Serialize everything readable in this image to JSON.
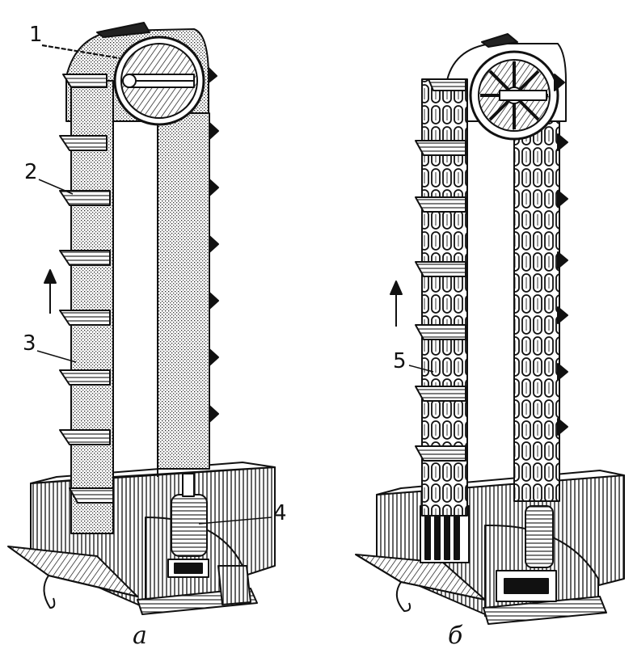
{
  "labels": {
    "l1": "1",
    "l2": "2",
    "l3": "3",
    "l4": "4",
    "l5": "5"
  },
  "captions": {
    "a": "a",
    "b": "б"
  },
  "icons": {
    "arrow_a": "up-arrow-icon",
    "arrow_b": "up-arrow-icon"
  },
  "colors": {
    "ink": "#111111",
    "paper": "#ffffff"
  }
}
